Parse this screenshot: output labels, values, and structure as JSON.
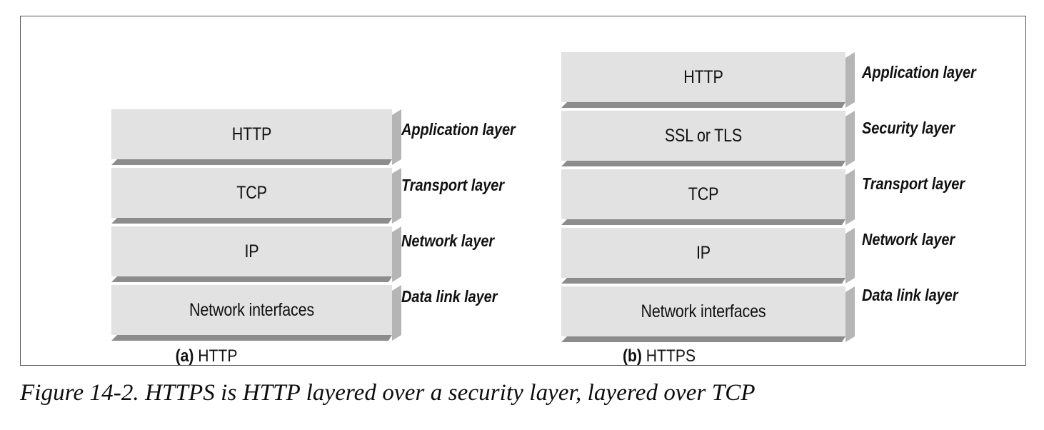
{
  "figure": {
    "caption": "Figure 14-2. HTTPS is HTTP layered over a security layer, layered over TCP",
    "colors": {
      "slab_face": "#e2e2e2",
      "slab_side": "#b5b5b5",
      "slab_shadow": "#8c8c8c",
      "frame_border": "#545458",
      "text": "#111111",
      "background": "#ffffff"
    }
  },
  "diagrams": [
    {
      "id": "http-stack",
      "sub_label_prefix": "(a)",
      "sub_label_text": "HTTP",
      "layers": [
        {
          "name": "HTTP",
          "annotation": "Application layer"
        },
        {
          "name": "TCP",
          "annotation": "Transport layer"
        },
        {
          "name": "IP",
          "annotation": "Network layer"
        },
        {
          "name": "Network interfaces",
          "annotation": "Data link layer"
        }
      ]
    },
    {
      "id": "https-stack",
      "sub_label_prefix": "(b)",
      "sub_label_text": "HTTPS",
      "layers": [
        {
          "name": "HTTP",
          "annotation": "Application layer"
        },
        {
          "name": "SSL or TLS",
          "annotation": "Security layer"
        },
        {
          "name": "TCP",
          "annotation": "Transport layer"
        },
        {
          "name": "IP",
          "annotation": "Network layer"
        },
        {
          "name": "Network interfaces",
          "annotation": "Data link layer"
        }
      ]
    }
  ]
}
